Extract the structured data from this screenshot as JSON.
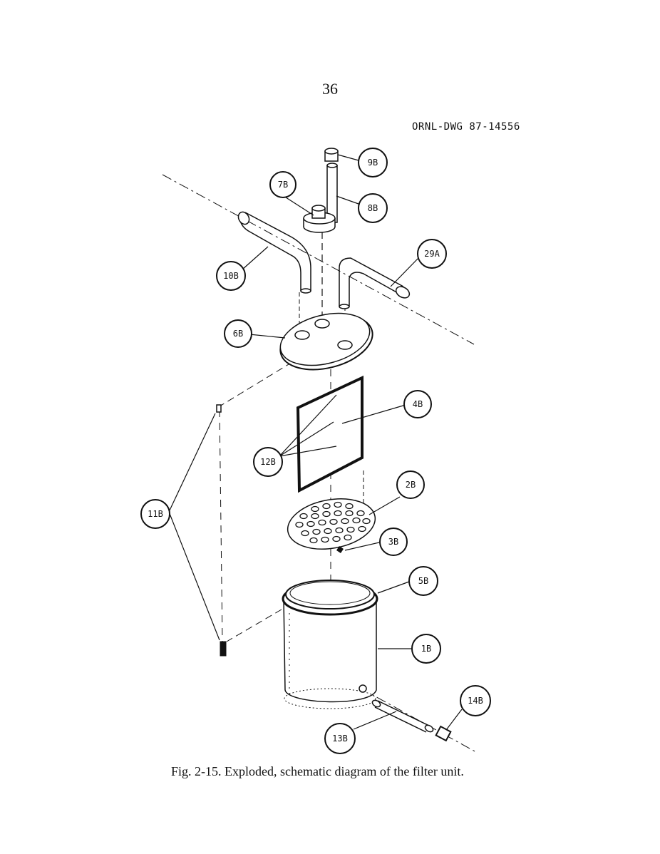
{
  "page": {
    "page_number": "36",
    "drawing_number": "ORNL-DWG 87-14556",
    "caption": "Fig. 2-15. Exploded, schematic diagram of the filter unit."
  },
  "callouts": {
    "c9B": "9B",
    "c7B": "7B",
    "c8B": "8B",
    "c10B": "10B",
    "c29A": "29A",
    "c6B": "6B",
    "c4B": "4B",
    "c12B": "12B",
    "c11B": "11B",
    "c2B": "2B",
    "c3B": "3B",
    "c5B": "5B",
    "c1B": "1B",
    "c14B": "14B",
    "c13B": "13B"
  }
}
